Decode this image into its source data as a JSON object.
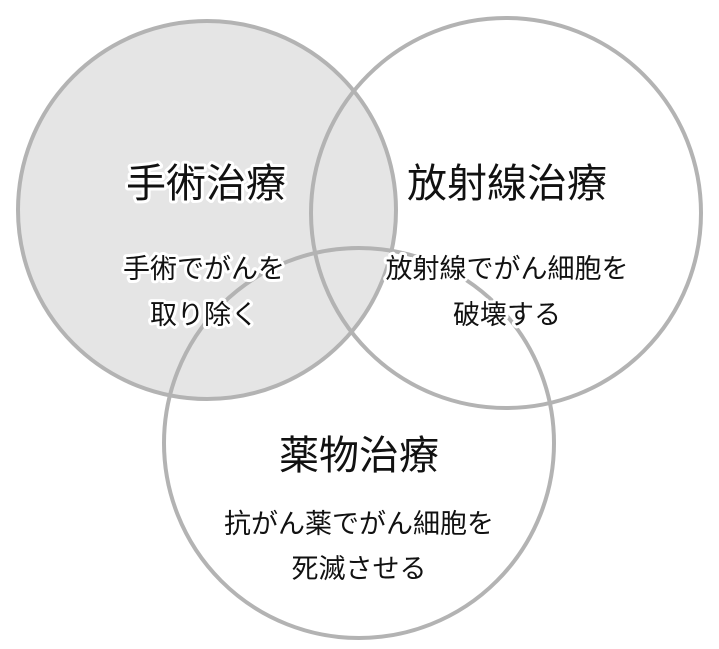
{
  "colors": {
    "circle_stroke": "#b3b3b3",
    "highlight_fill": "#e5e5e5",
    "text": "#111111"
  },
  "sets": [
    {
      "title": "手術治療",
      "lines": [
        "手術でがんを",
        "取り除く"
      ],
      "highlighted": true
    },
    {
      "title": "放射線治療",
      "lines": [
        "放射線でがん細胞を",
        "破壊する"
      ],
      "highlighted": false
    },
    {
      "title": "薬物治療",
      "lines": [
        "抗がん薬でがん細胞を",
        "死滅させる"
      ],
      "highlighted": false
    }
  ]
}
